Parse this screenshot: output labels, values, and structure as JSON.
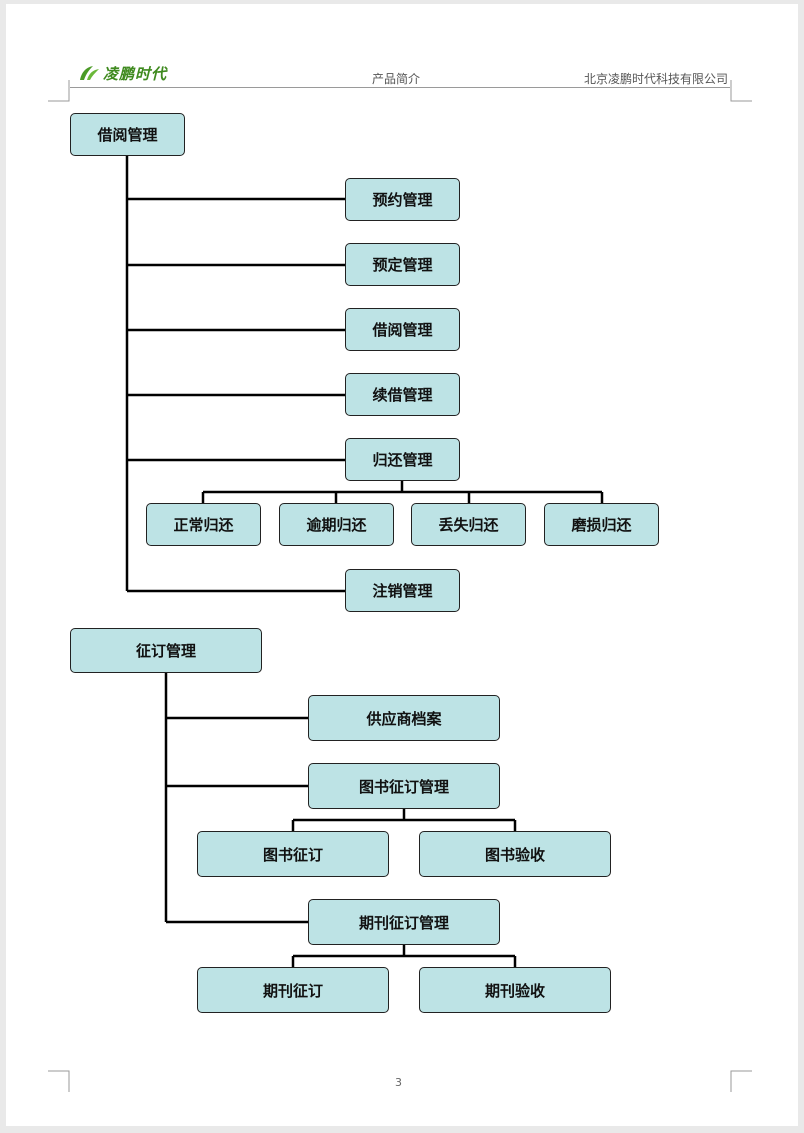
{
  "header": {
    "logo_text": "凌鹏时代",
    "center": "产品简介",
    "right": "北京凌鹏时代科技有限公司"
  },
  "footer": {
    "page_number": "3"
  },
  "diagram": {
    "borrowing": {
      "root": "借阅管理",
      "children": [
        "预约管理",
        "预定管理",
        "借阅管理",
        "续借管理",
        "归还管理",
        "注销管理"
      ],
      "return_children": [
        "正常归还",
        "逾期归还",
        "丢失归还",
        "磨损归还"
      ]
    },
    "ordering": {
      "root": "征订管理",
      "children": [
        "供应商档案",
        "图书征订管理",
        "期刊征订管理"
      ],
      "book_children": [
        "图书征订",
        "图书验收"
      ],
      "periodical_children": [
        "期刊征订",
        "期刊验收"
      ]
    }
  },
  "colors": {
    "node_fill": "#bde3e5",
    "node_border": "#222222",
    "connector": "#000000",
    "logo": "#3f8a1f"
  }
}
